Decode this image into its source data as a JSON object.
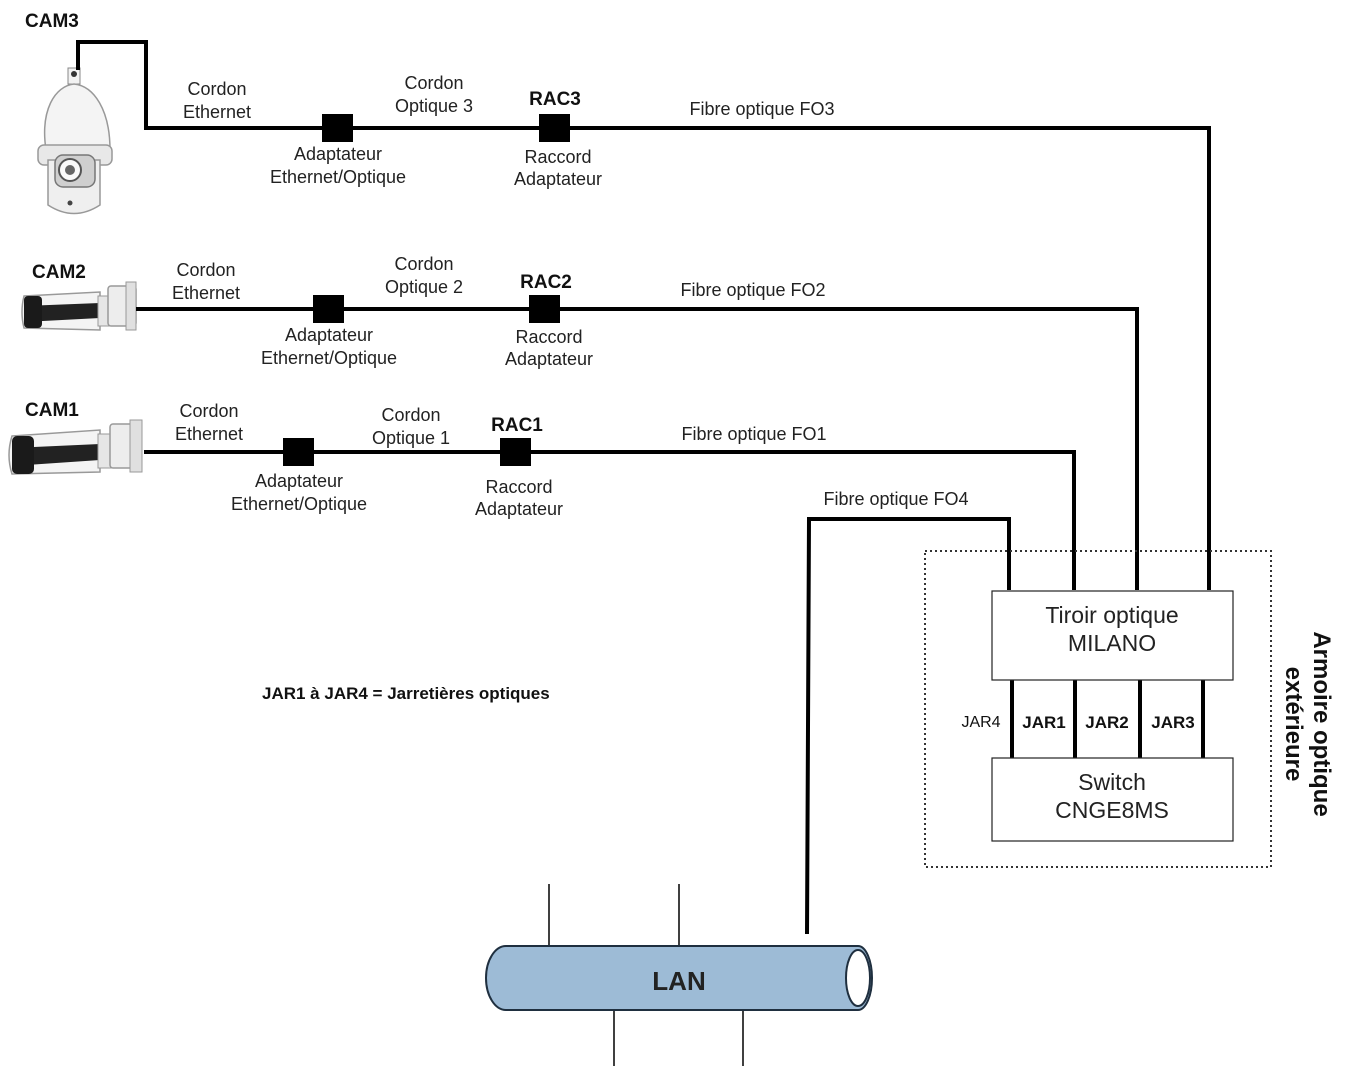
{
  "cameras": {
    "cam3": "CAM3",
    "cam2": "CAM2",
    "cam1": "CAM1"
  },
  "line3": {
    "cordon_ethernet": [
      "Cordon",
      "Ethernet"
    ],
    "adaptateur": [
      "Adaptateur",
      "Ethernet/Optique"
    ],
    "cordon_optique": [
      "Cordon",
      "Optique 3"
    ],
    "rac": "RAC3",
    "raccord": [
      "Raccord",
      "Adaptateur"
    ],
    "fibre": "Fibre optique FO3"
  },
  "line2": {
    "cordon_ethernet": [
      "Cordon",
      "Ethernet"
    ],
    "adaptateur": [
      "Adaptateur",
      "Ethernet/Optique"
    ],
    "cordon_optique": [
      "Cordon",
      "Optique 2"
    ],
    "rac": "RAC2",
    "raccord": [
      "Raccord",
      "Adaptateur"
    ],
    "fibre": "Fibre optique FO2"
  },
  "line1": {
    "cordon_ethernet": [
      "Cordon",
      "Ethernet"
    ],
    "adaptateur": [
      "Adaptateur",
      "Ethernet/Optique"
    ],
    "cordon_optique": [
      "Cordon",
      "Optique 1"
    ],
    "rac": "RAC1",
    "raccord": [
      "Raccord",
      "Adaptateur"
    ],
    "fibre": "Fibre optique FO1"
  },
  "fibre4": "Fibre optique FO4",
  "note": "JAR1 à JAR4 = Jarretières optiques",
  "tiroir": [
    "Tiroir optique",
    "MILANO"
  ],
  "switch": [
    "Switch",
    "CNGE8MS"
  ],
  "jarretieres": [
    "JAR4",
    "JAR1",
    "JAR2",
    "JAR3"
  ],
  "armoire": [
    "Armoire optique",
    "extérieure"
  ],
  "lan": "LAN",
  "colors": {
    "lan_fill": "#9dbbd6",
    "lan_stroke": "#1f2f3f",
    "wire": "#000000"
  }
}
